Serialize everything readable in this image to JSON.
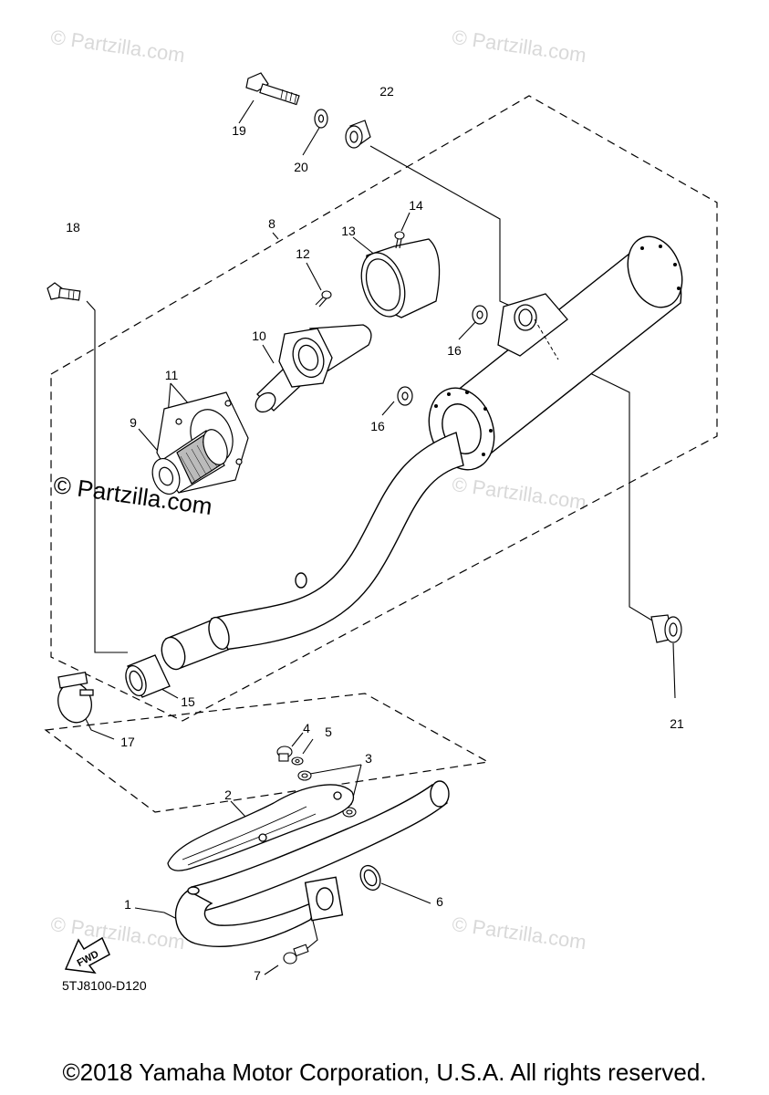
{
  "watermark": {
    "text": "© Partzilla.com",
    "main_text": "© Partzilla.com"
  },
  "diagram_code": "5TJ8100-D120",
  "copyright": "©2018 Yamaha Motor Corporation, U.S.A. All rights reserved.",
  "fwd_label": "FWD",
  "callouts": {
    "c1": "1",
    "c2": "2",
    "c3": "3",
    "c4": "4",
    "c5": "5",
    "c6": "6",
    "c7": "7",
    "c8": "8",
    "c9": "9",
    "c10": "10",
    "c11": "11",
    "c12": "12",
    "c13": "13",
    "c14": "14",
    "c15": "15",
    "c16a": "16",
    "c16b": "16",
    "c17": "17",
    "c18": "18",
    "c19": "19",
    "c20": "20",
    "c21": "21",
    "c22": "22"
  }
}
